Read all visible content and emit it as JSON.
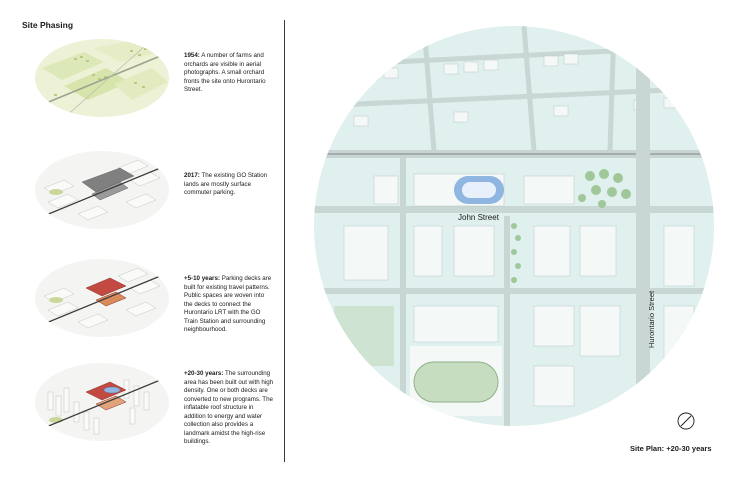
{
  "header": {
    "title": "Site Phasing"
  },
  "phases": [
    {
      "year": "1954:",
      "description": "A number of farms and orchards are visible in aerial photographs. A small orchard fronts the site onto Hurontario Street."
    },
    {
      "year": "2017:",
      "description": "The existing GO Station lands are mostly surface commuter parking."
    },
    {
      "year": "+5-10 years:",
      "description": "Parking decks are built for existing travel patterns. Public spaces are woven into the decks to connect the Hurontario LRT with the GO Train Station and surrounding neighbourhood."
    },
    {
      "year": "+20-30 years:",
      "description": "The surrounding area has been built out with high density. One or both decks are converted to new programs. The inflatable roof structure in addition to energy and water collection also provides a landmark amidst the high-rise buildings."
    }
  ],
  "map": {
    "street_labels": {
      "john": "John Street",
      "hurontario": "Hurontario Street"
    },
    "caption": "Site Plan: +20-30 years",
    "icons": {
      "north": "north-arrow-icon"
    }
  },
  "colors": {
    "block": "#dff0ee",
    "street": "#c8d6d4",
    "building": "#f4f8f7",
    "field": "#cfe3d3",
    "farm": "#e9f0cf",
    "roof": "#8fb6e0",
    "deck": "#c24a43"
  }
}
